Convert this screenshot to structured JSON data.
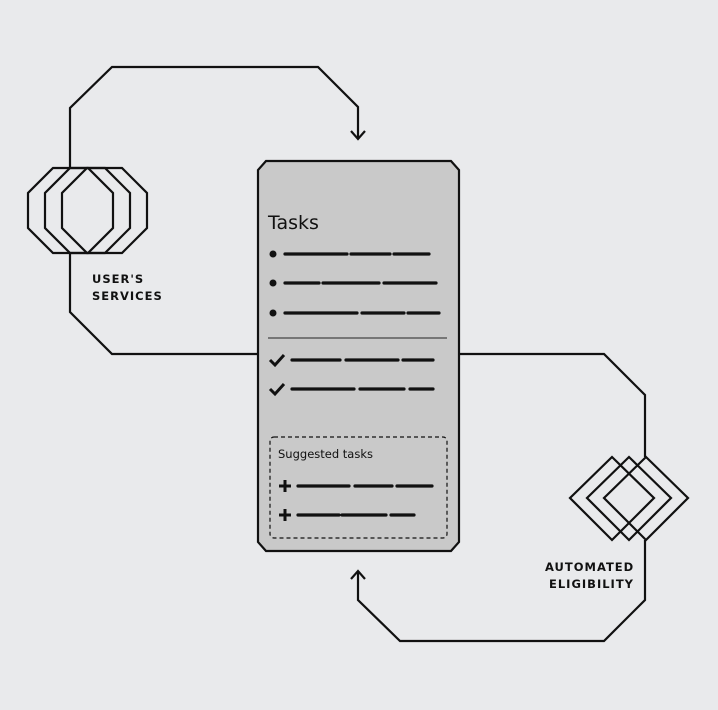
{
  "card": {
    "title": "Tasks",
    "suggested_title": "Suggested tasks"
  },
  "labels": {
    "users_services": [
      "USER'S",
      "SERVICES"
    ],
    "automated_eligibility": [
      "AUTOMATED",
      "ELIGIBILITY"
    ]
  },
  "colors": {
    "background": "#e9eaec",
    "card": "#c9c9c9",
    "stroke": "#111111"
  }
}
